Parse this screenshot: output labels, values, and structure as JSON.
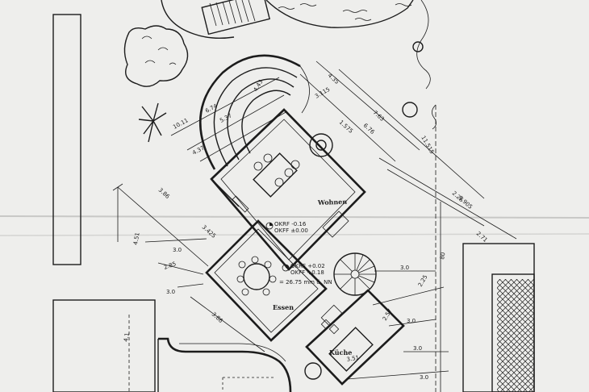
{
  "rooms": {
    "wohnen": "Wohnen",
    "essen": "Essen",
    "kueche": "Küche"
  },
  "levels": {
    "wohnen_okrf": "OKRF -0.16",
    "wohnen_okff": "OKFF ±0.00",
    "essen_okrf": "OKRF +0.02",
    "essen_okff": "OKFF +0.18",
    "essen_note": "= 26.75 mm ü. NN"
  },
  "dimensions": {
    "d1011": "10.11",
    "d674": "6.74",
    "d537": "5.37",
    "d437": "4.37",
    "d443": "4.43",
    "d435": "4.35",
    "d3115": "3.115",
    "d1575": "1.575",
    "d676": "6.76",
    "d763": "7.63",
    "d11515": "11.515",
    "d386": "3.86",
    "d3425": "3.425",
    "d226": "2.26",
    "d5905": "5.905",
    "d271": "2.71",
    "d451": "4.51",
    "d30a": "3.0",
    "d30b": "3.0",
    "d285": "2.85",
    "d30c": "3.0",
    "d30d": "3.0",
    "d386b": "3.86",
    "d257": "2.57",
    "d30e": "3.0",
    "d30f": "3.0",
    "d351": "3.51",
    "d225": "2.25",
    "d80": "80",
    "d41": "4.1"
  },
  "colors": {
    "ink": "#1c1c1c",
    "paper": "#eeeeec"
  }
}
